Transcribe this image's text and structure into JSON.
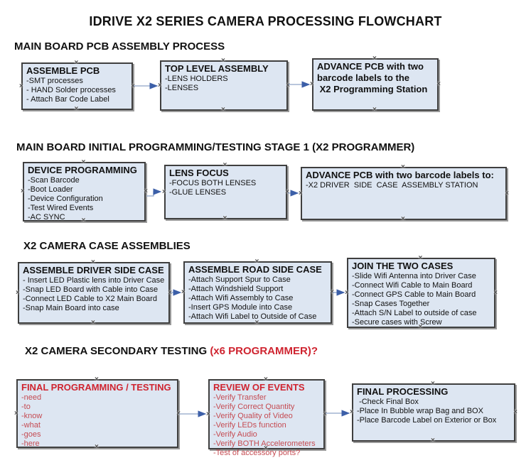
{
  "page": {
    "title": "IDRIVE X2  SERIES CAMERA PROCESSING FLOWCHART"
  },
  "icons": {
    "connector_handle": "×"
  },
  "colors": {
    "box_fill": "#dde6f2",
    "box_border": "#3f3f3f",
    "shadow": "#9a9a9a",
    "connector_line": "#8fa5c8",
    "connector_arrow": "#3c5fa8",
    "handle": "#4f4f4f",
    "red_strong": "#cf2430",
    "red_item": "#c54b52",
    "black_text": "#111111"
  },
  "sections": [
    {
      "heading": "MAIN BOARD PCB ASSEMBLY PROCESS",
      "heading_suffix": "",
      "boxes": [
        {
          "title": "ASSEMBLE PCB",
          "items": [
            "-SMT processes",
            "- HAND Solder processes",
            "- Attach Bar Code Label"
          ]
        },
        {
          "title": "TOP LEVEL ASSEMBLY",
          "items": [
            "-LENS HOLDERS",
            "-LENSES"
          ]
        },
        {
          "title": "ADVANCE PCB with two\nbarcode labels to the\n X2 Programming Station",
          "items": []
        }
      ]
    },
    {
      "heading": "MAIN BOARD INITIAL PROGRAMMING/TESTING STAGE 1 (X2 PROGRAMMER)",
      "heading_suffix": "",
      "boxes": [
        {
          "title": "DEVICE PROGRAMMING",
          "items": [
            "-Scan Barcode",
            "-Boot Loader",
            "-Device Configuration",
            "-Test Wired Events",
            "-AC SYNC"
          ]
        },
        {
          "title": "LENS FOCUS",
          "items": [
            "-FOCUS BOTH LENSES",
            "-GLUE LENSES"
          ]
        },
        {
          "title": "ADVANCE PCB with two barcode labels to:",
          "items": [
            "-X2 DRIVER  SIDE  CASE  ASSEMBLY STATION"
          ]
        }
      ]
    },
    {
      "heading": "X2 CAMERA CASE ASSEMBLIES",
      "heading_suffix": "",
      "boxes": [
        {
          "title": "ASSEMBLE DRIVER SIDE CASE",
          "items": [
            "- Insert LED Plastic lens into Driver Case",
            "-Snap LED Board with Cable into Case",
            "-Connect LED Cable to X2 Main Board",
            "-Snap Main Board into case"
          ]
        },
        {
          "title": "ASSEMBLE ROAD SIDE CASE",
          "items": [
            "-Attach Support Spur to Case",
            "-Attach Windshield Support",
            "-Attach Wifi Assembly to Case",
            "-Insert GPS Module into Case",
            "-Attach Wifi Label to Outside of Case"
          ]
        },
        {
          "title": "JOIN THE TWO CASES",
          "items": [
            "-Slide Wifi Antenna into Driver Case",
            "-Connect Wifi Cable to Main Board",
            "-Connect GPS Cable to Main Board",
            "-Snap Cases Together",
            "-Attach S/N Label to outside of case",
            "-Secure cases with Screw"
          ]
        }
      ]
    },
    {
      "heading": "X2 CAMERA SECONDARY TESTING  ",
      "heading_suffix": "(x6 PROGRAMMER)?",
      "boxes": [
        {
          "title": "FINAL PROGRAMMING / TESTING",
          "items": [
            "-need",
            "-to",
            "-know",
            "-what",
            "-goes",
            "-here"
          ]
        },
        {
          "title": "REVIEW OF EVENTS",
          "items": [
            "-Verify Transfer",
            "-Verify Correct Quantity",
            "-Verify Quality of Video",
            "-Verify LEDs function",
            "-Verify Audio",
            "-Verify BOTH Accelerometers",
            "-Test of accessory ports?"
          ]
        },
        {
          "title": "FINAL PROCESSING",
          "items": [
            " -Check Final Box",
            "-Place In Bubble wrap Bag and BOX",
            "-Place Barcode Label on Exterior or Box"
          ]
        }
      ]
    }
  ]
}
